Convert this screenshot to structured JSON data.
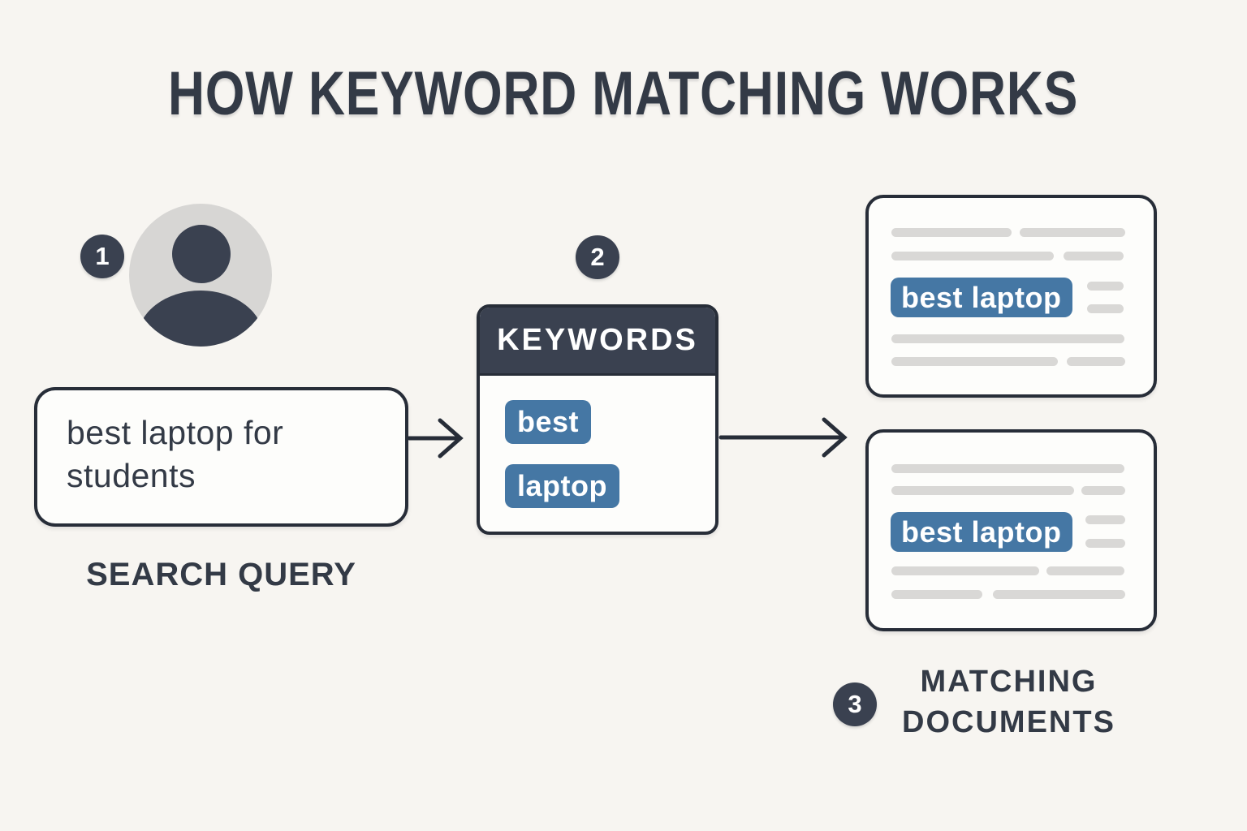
{
  "title": "HOW KEYWORD MATCHING WORKS",
  "step1": {
    "badge": "1",
    "query": "best laptop for students",
    "label": "SEARCH QUERY"
  },
  "step2": {
    "badge": "2",
    "header": "KEYWORDS",
    "keywords": [
      "best",
      "laptop"
    ]
  },
  "step3": {
    "badge": "3",
    "label_line1": "MATCHING",
    "label_line2": "DOCUMENTS"
  },
  "documents": [
    {
      "highlight": "best laptop"
    },
    {
      "highlight": "best laptop"
    }
  ],
  "icons": [
    "user-avatar-icon",
    "flow-arrow-icon"
  ],
  "colors": {
    "background": "#f7f5f1",
    "card_white": "#fdfdfb",
    "dark_slate": "#3a4150",
    "border_dark": "#272d38",
    "accent_blue": "#4577a4",
    "placeholder_gray": "#d9d8d6",
    "text": "#333a46",
    "badge_text": "#ffffff"
  }
}
